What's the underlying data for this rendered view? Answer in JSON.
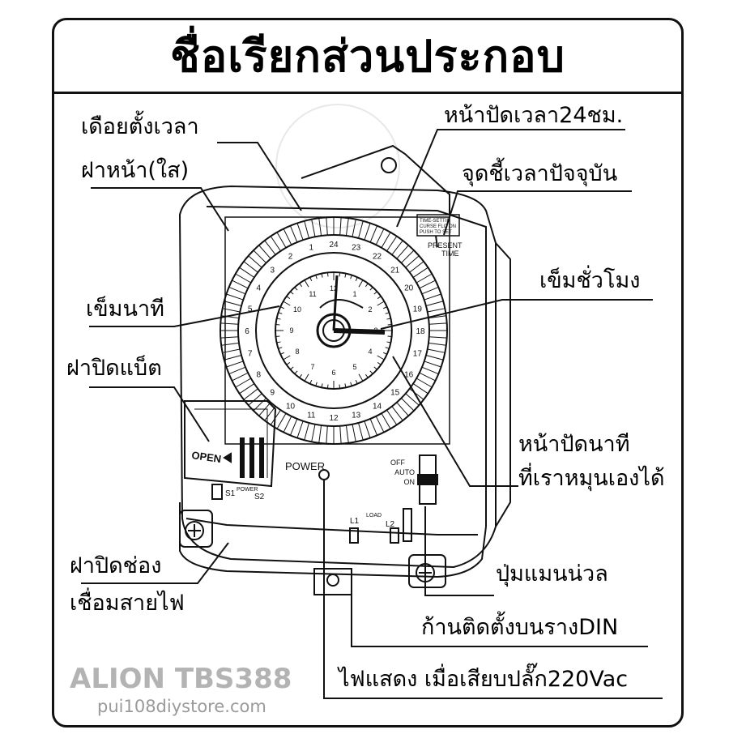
{
  "title": "ชื่อเรียกส่วนประกอบ",
  "labels": {
    "timer_pins": "เดือยตั้งเวลา",
    "front_cover": "ฝาหน้า(ใส)",
    "dial_24h": "หน้าปัดเวลา24ชม.",
    "present_time_pointer": "จุดชี้เวลาปัจจุบัน",
    "hour_hand": "เข็มชั่วโมง",
    "minute_hand": "เข็มนาที",
    "battery_cover": "ฝาปิดแบ็ต",
    "minute_dial_line1": "หน้าปัดนาที",
    "minute_dial_line2": "ที่เราหมุนเองได้",
    "wiring_cover_line1": "ฝาปิดช่อง",
    "wiring_cover_line2": "เชื่อมสายไฟ",
    "manual_button": "ปุ่มแมนน่วล",
    "din_rail_clip": "ก้านติดตั้งบนรางDIN",
    "power_lamp": "ไฟแสดง เมื่อเสียบปลั๊ก220Vac"
  },
  "device": {
    "open_label": "OPEN",
    "power_label": "POWER",
    "switch_labels": [
      "OFF",
      "AUTO",
      "ON"
    ],
    "present_label_1": "PRESENT",
    "present_label_2": "TIME",
    "s1": "S1",
    "s2": "S2",
    "s_power": "POWER",
    "l1": "L1",
    "l2": "L2",
    "load": "LOAD",
    "tag_lines": [
      "TIME-SETTIN",
      "CURSE FLO ON",
      "PUSH TO SET"
    ]
  },
  "footer": {
    "brand": "ALION TBS388",
    "site": "pui108diystore.com"
  }
}
